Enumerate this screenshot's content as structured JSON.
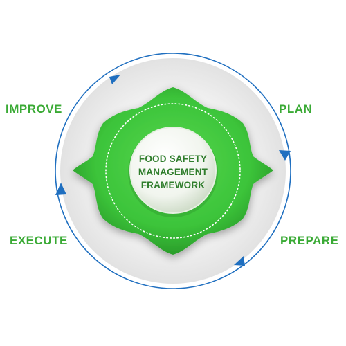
{
  "diagram": {
    "center": {
      "lines": [
        "FOOD SAFETY",
        "MANAGEMENT",
        "FRAMEWORK"
      ]
    },
    "stages": {
      "improve": "IMPROVE",
      "plan": "PLAN",
      "execute": "EXECUTE",
      "prepare": "PREPARE"
    },
    "colors": {
      "label_green": "#3aaa35",
      "shape_green": "#3cc43a",
      "cycle_arrow_blue": "#1f6fc0",
      "center_text_green": "#2f7d2c"
    },
    "icons": {
      "cycle_arrows": "arrow-head-icon"
    }
  }
}
